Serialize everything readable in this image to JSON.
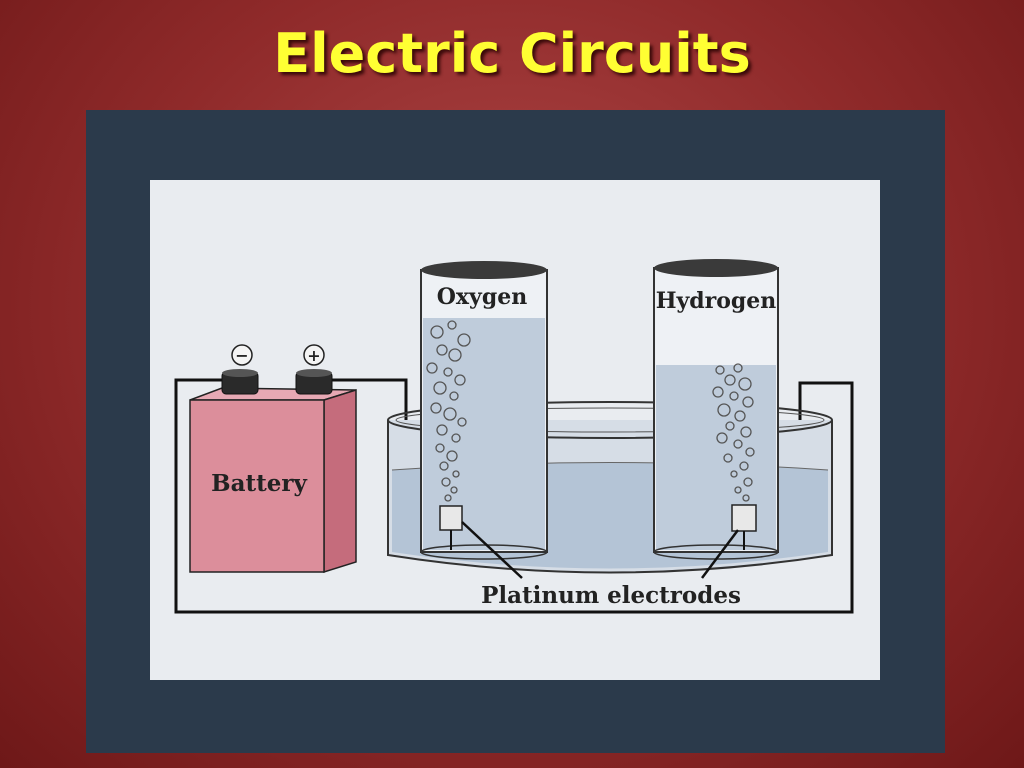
{
  "slide": {
    "title": "Electric Circuits"
  },
  "diagram": {
    "battery_label": "Battery",
    "negative_terminal": "−",
    "positive_terminal": "+",
    "left_tube_label": "Oxygen",
    "right_tube_label": "Hydrogen",
    "electrodes_label": "Platinum electrodes"
  }
}
